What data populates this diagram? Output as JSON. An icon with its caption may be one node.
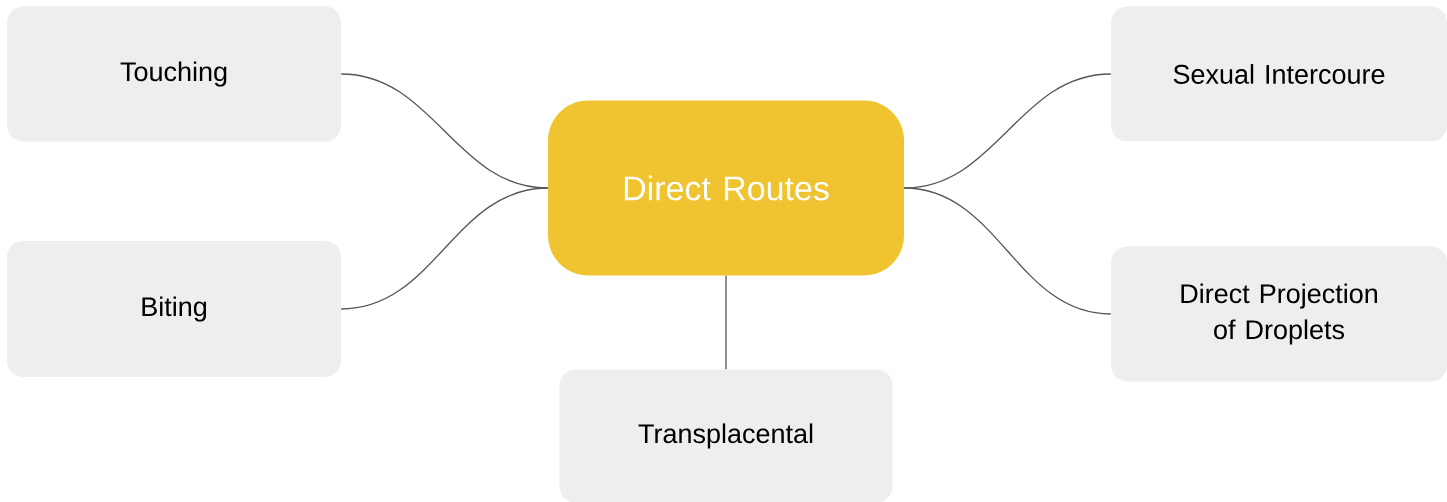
{
  "diagram": {
    "nodes": [
      {
        "text": [
          "Direct Routes"
        ]
      },
      {
        "text": [
          "Touching"
        ]
      },
      {
        "text": [
          "Biting"
        ]
      },
      {
        "text": [
          "Transplacental"
        ]
      },
      {
        "text": [
          "Sexual Intercoure"
        ]
      },
      {
        "text": [
          "Direct Projection of Droplets"
        ]
      }
    ],
    "edges": [
      {
        "from": 0,
        "to": 1,
        "arrow": "none"
      },
      {
        "from": 0,
        "to": 2,
        "arrow": "none"
      },
      {
        "from": 0,
        "to": 3,
        "arrow": "none"
      },
      {
        "from": 0,
        "to": 4,
        "arrow": "none"
      },
      {
        "from": 0,
        "to": 5,
        "arrow": "none"
      }
    ]
  }
}
